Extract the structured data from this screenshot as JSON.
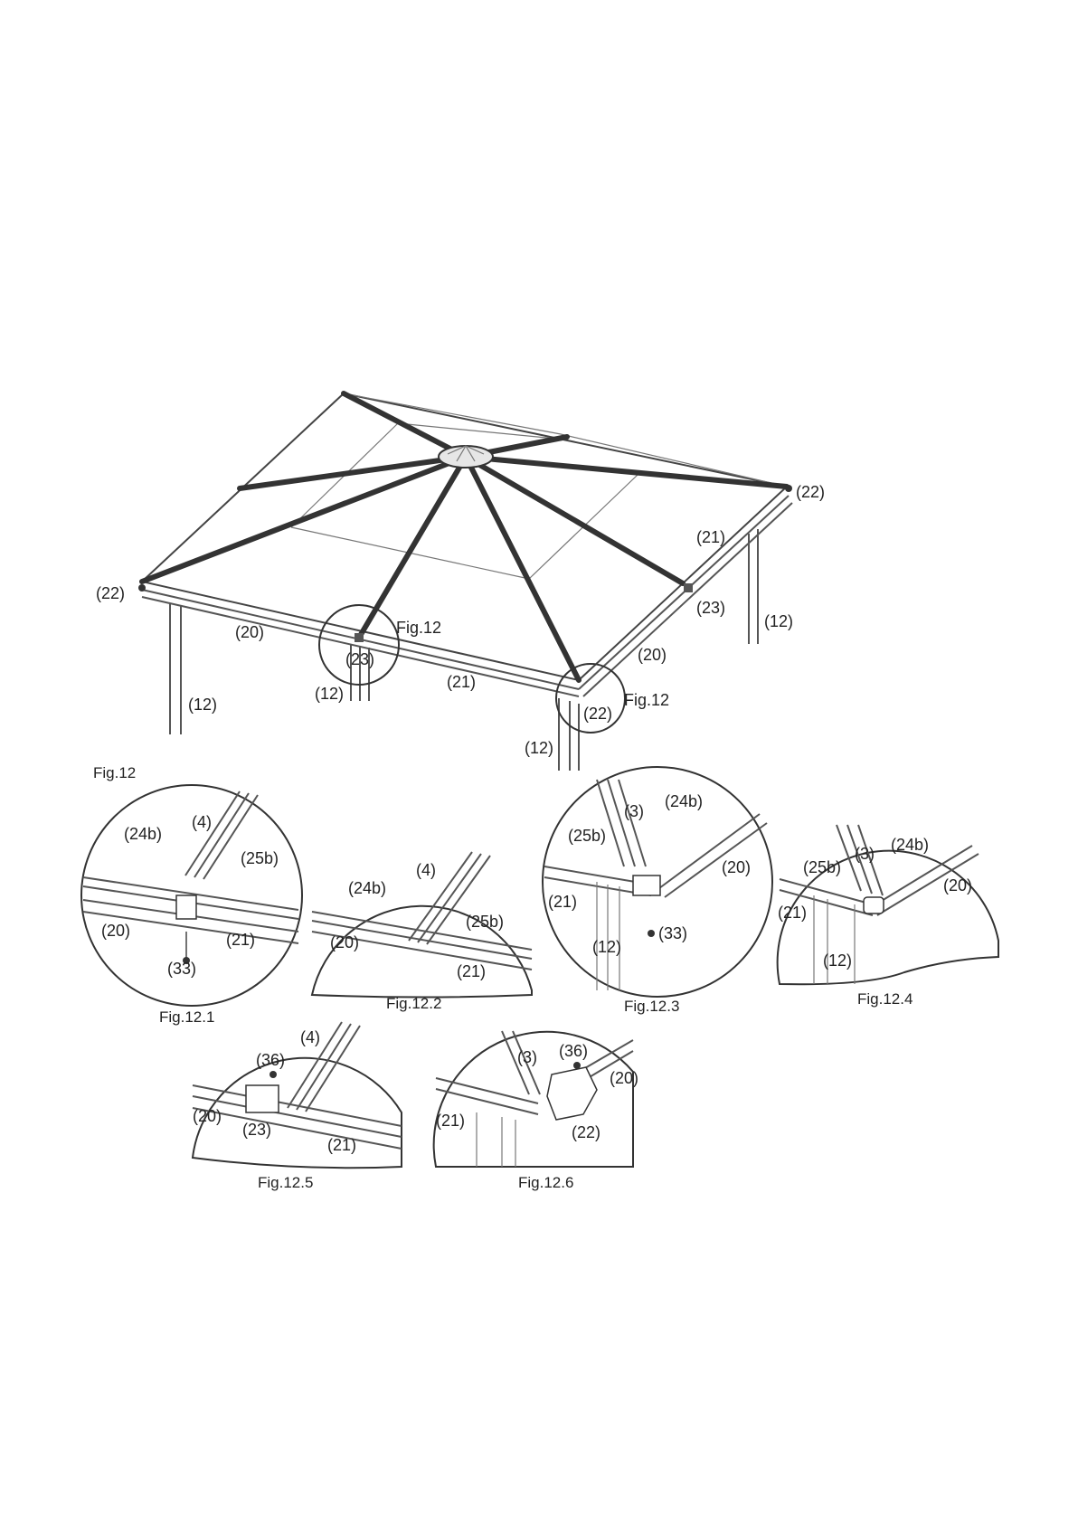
{
  "main": {
    "callouts": {
      "c22_right": "(22)",
      "c21_right": "(21)",
      "c23_right": "(23)",
      "c12_right": "(12)",
      "c22_left": "(22)",
      "c20_left": "(20)",
      "c12_left": "(12)",
      "c12_mid": "(12)",
      "c23_mid": "(23)",
      "c21_front": "(21)",
      "c20_right": "(20)",
      "c22_corner": "(22)",
      "c12_front": "(12)",
      "fig12_a": "Fig.12",
      "fig12_b": "Fig.12"
    }
  },
  "details": {
    "heading": "Fig.12",
    "fig1": {
      "caption": "Fig.12.1",
      "labels": [
        "(4)",
        "(24b)",
        "(25b)",
        "(20)",
        "(21)",
        "(33)"
      ]
    },
    "fig2": {
      "caption": "Fig.12.2",
      "labels": [
        "(4)",
        "(24b)",
        "(25b)",
        "(20)",
        "(21)"
      ]
    },
    "fig3": {
      "caption": "Fig.12.3",
      "labels": [
        "(3)",
        "(24b)",
        "(25b)",
        "(20)",
        "(21)",
        "(33)",
        "(12)"
      ]
    },
    "fig4": {
      "caption": "Fig.12.4",
      "labels": [
        "(3)",
        "(24b)",
        "(25b)",
        "(20)",
        "(21)",
        "(12)"
      ]
    },
    "fig5": {
      "caption": "Fig.12.5",
      "labels": [
        "(4)",
        "(36)",
        "(20)",
        "(23)",
        "(21)"
      ]
    },
    "fig6": {
      "caption": "Fig.12.6",
      "labels": [
        "(3)",
        "(36)",
        "(20)",
        "(21)",
        "(22)"
      ]
    }
  }
}
